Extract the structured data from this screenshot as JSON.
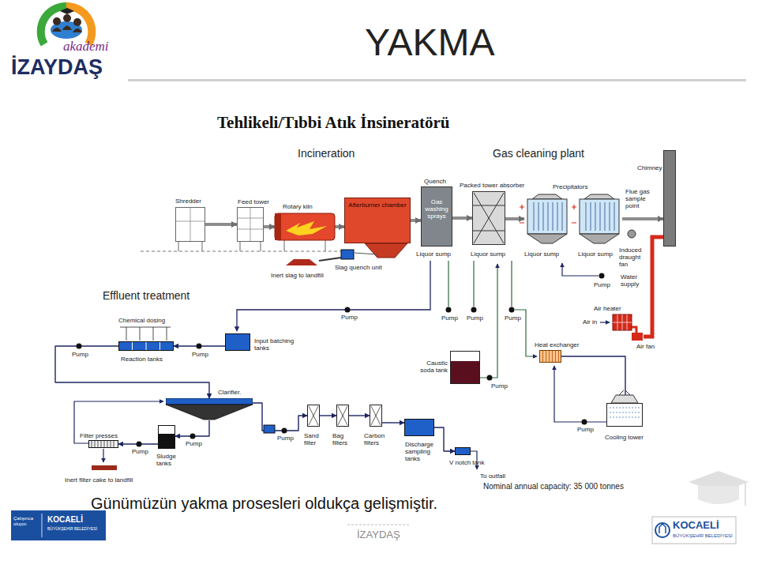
{
  "diagram": {
    "title": "YAKMA",
    "caption": "Günümüzün yakma prosesleri oldukça gelişmiştir.",
    "nodes": [
      {
        "text": [
          "Shredder"
        ]
      },
      {
        "text": [
          "Feed tower"
        ]
      },
      {
        "text": [
          "Rotary kiln"
        ]
      },
      {
        "text": [
          "Afterburner chamber"
        ]
      },
      {
        "text": [
          "Quench",
          "Gas washing sprays"
        ]
      },
      {
        "text": [
          "Packed tower absorber"
        ]
      },
      {
        "text": [
          "Precipitators"
        ]
      },
      {
        "text": [
          "Chimney"
        ]
      },
      {
        "text": [
          "Caustic soda tank"
        ]
      },
      {
        "text": [
          "Heat exchanger"
        ]
      },
      {
        "text": [
          "Cooling tower"
        ]
      },
      {
        "text": [
          "Input batching tanks"
        ]
      },
      {
        "text": [
          "Reaction tanks"
        ]
      },
      {
        "text": [
          "Clarifier."
        ]
      },
      {
        "text": [
          "Sludge tanks"
        ]
      },
      {
        "text": [
          "Filter presses"
        ]
      },
      {
        "text": [
          "Sand filter"
        ]
      },
      {
        "text": [
          "Bag filters"
        ]
      },
      {
        "text": [
          "Carbon filters"
        ]
      },
      {
        "text": [
          "Discharge sampling tanks"
        ]
      },
      {
        "text": [
          "V notch tank"
        ]
      }
    ],
    "edges": [
      {
        "from": 0,
        "to": 1,
        "arrow": "to"
      },
      {
        "from": 1,
        "to": 2,
        "arrow": "to"
      },
      {
        "from": 2,
        "to": 3,
        "arrow": "to"
      },
      {
        "from": 3,
        "to": 4,
        "arrow": "to"
      },
      {
        "from": 4,
        "to": 5,
        "arrow": "to"
      },
      {
        "from": 5,
        "to": 6,
        "arrow": "to"
      },
      {
        "from": 6,
        "to": 7,
        "arrow": "to"
      },
      {
        "from": 9,
        "to": 10,
        "arrow": "to"
      },
      {
        "from": 11,
        "to": 12,
        "arrow": "to"
      },
      {
        "from": 12,
        "to": 13,
        "arrow": "to"
      },
      {
        "from": 13,
        "to": 14,
        "arrow": "to"
      },
      {
        "from": 14,
        "to": 15,
        "arrow": "to"
      },
      {
        "from": 13,
        "to": 16,
        "arrow": "to"
      },
      {
        "from": 16,
        "to": 17,
        "arrow": "to"
      },
      {
        "from": 17,
        "to": 18,
        "arrow": "to"
      },
      {
        "from": 18,
        "to": 19,
        "arrow": "to"
      },
      {
        "from": 19,
        "to": 20,
        "arrow": "to"
      }
    ],
    "labels": [
      "Tehlikeli/Tıbbi Atık İnsineratörü",
      "Incineration",
      "Gas cleaning plant",
      "Effluent treatment",
      "Inert slag to landfill",
      "Slag quench unit",
      "Liquor sump",
      "Liquor sump",
      "Liquor sump",
      "Liquor sump",
      "Flue gas sample point",
      "Induced draught fan",
      "Water supply",
      "Pump",
      "Air heater",
      "Air in",
      "Air fan",
      "Pump",
      "Pump",
      "Pump",
      "Pump",
      "Pump",
      "Pump",
      "Chemical dosing",
      "Pump",
      "Pump",
      "Pump",
      "Pump",
      "Pump",
      "Inert filter cake to landfill",
      "To outfall",
      "Nominal annual capacity: 35 000 tonnes",
      "akademi",
      "İZAYDAŞ",
      "İZAYDAŞ",
      "Çalışınca oluyor.",
      "KOCAELİ",
      "BÜYÜKŞEHİR BELEDİYESİ",
      "KOCAELİ",
      "BÜYÜKŞEHİR BELEDİYESİ"
    ]
  }
}
